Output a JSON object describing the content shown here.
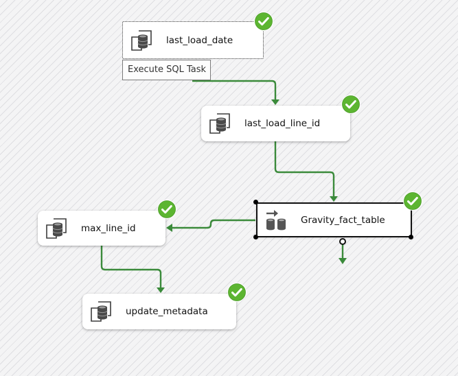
{
  "tasks": {
    "last_load_date": {
      "label": "last_load_date"
    },
    "last_load_line_id": {
      "label": "last_load_line_id"
    },
    "gravity_fact_table": {
      "label": "Gravity_fact_table"
    },
    "max_line_id": {
      "label": "max_line_id"
    },
    "update_metadata": {
      "label": "update_metadata"
    }
  },
  "tooltip": {
    "text": "Execute SQL Task"
  },
  "colors": {
    "connector": "#3a8a3a",
    "status_success": "#5cb531",
    "canvas_background": "#f4f4f5"
  },
  "icons": {
    "execute_sql": "database-icon",
    "data_flow": "data-flow-icon",
    "status": "success-checkmark-icon"
  }
}
